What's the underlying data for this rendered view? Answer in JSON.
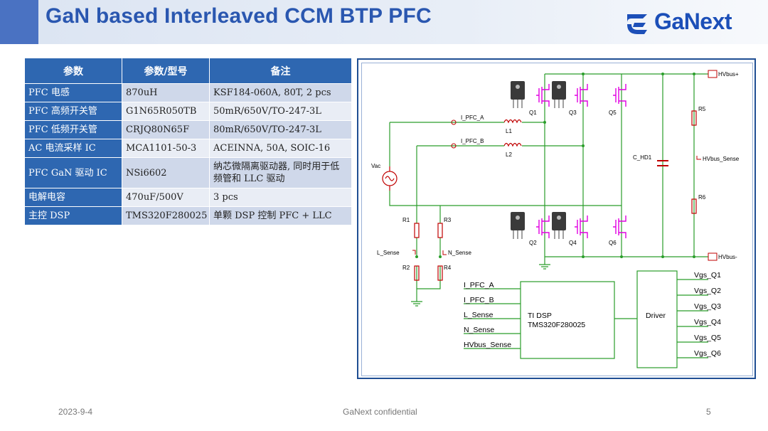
{
  "header": {
    "title": "GaN based Interleaved CCM BTP PFC",
    "logo_text": "GaNext"
  },
  "table": {
    "headers": [
      "参数",
      "参数/型号",
      "备注"
    ],
    "rows": [
      [
        "PFC 电感",
        "870uH",
        "KSF184-060A, 80T, 2 pcs"
      ],
      [
        "PFC 高频开关管",
        "G1N65R050TB",
        "50mR/650V/TO-247-3L"
      ],
      [
        "PFC 低频开关管",
        "CRJQ80N65F",
        "80mR/650V/TO-247-3L"
      ],
      [
        "AC 电流采样 IC",
        "MCA1101-50-3",
        "ACEINNA, 50A, SOIC-16"
      ],
      [
        "PFC GaN 驱动 IC",
        "NSi6602",
        "纳芯微隔离驱动器, 同时用于低频管和 LLC 驱动"
      ],
      [
        "电解电容",
        "470uF/500V",
        "3 pcs"
      ],
      [
        "主控 DSP",
        "TMS320F280025",
        "单颗 DSP 控制 PFC + LLC"
      ]
    ]
  },
  "schematic": {
    "labels": {
      "hvbus_pos": "HVbus+",
      "hvbus_neg": "HVbus-",
      "hvbus_sense": "HVbus_Sense",
      "i_pfc_a": "I_PFC_A",
      "i_pfc_b": "I_PFC_B",
      "l1": "L1",
      "l2": "L2",
      "vac": "Vac",
      "c_hd1": "C_HD1",
      "r1": "R1",
      "r2": "R2",
      "r3": "R3",
      "r4": "R4",
      "r5": "R5",
      "r6": "R6",
      "q1": "Q1",
      "q2": "Q2",
      "q3": "Q3",
      "q4": "Q4",
      "q5": "Q5",
      "q6": "Q6",
      "l_sense": "L_Sense",
      "n_sense": "N_Sense"
    },
    "dsp": {
      "inputs": [
        "I_PFC_A",
        "I_PFC_B",
        "L_Sense",
        "N_Sense",
        "HVbus_Sense"
      ],
      "name_line1": "TI DSP",
      "name_line2": "TMS320F280025"
    },
    "driver": {
      "name": "Driver",
      "outputs": [
        "Vgs_Q1",
        "Vgs_Q2",
        "Vgs_Q3",
        "Vgs_Q4",
        "Vgs_Q5",
        "Vgs_Q6"
      ]
    },
    "colors": {
      "wire": "#2a9d2a",
      "component": "#c00000",
      "mosfet": "#e000e0",
      "net_label": "#c00000"
    }
  },
  "footer": {
    "date": "2023-9-4",
    "confidential": "GaNext confidential",
    "page": "5"
  }
}
